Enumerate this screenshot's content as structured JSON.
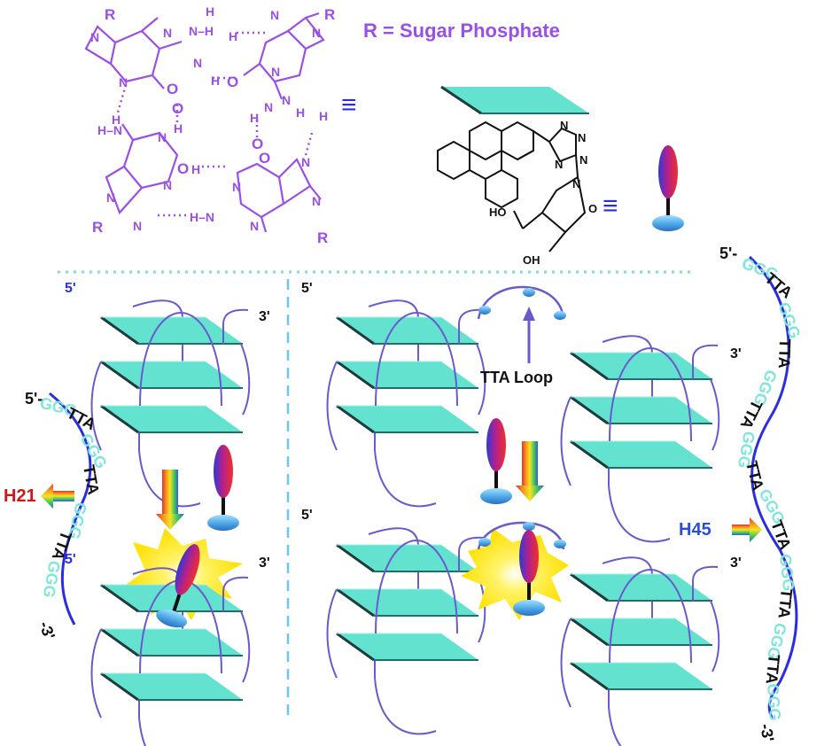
{
  "colors": {
    "guanine": "#9a4fe6",
    "plate_fill": "#63e3cf",
    "plate_edge": "#1e6e6e",
    "strand": "#2b2ee0",
    "loop": "#6a5acd",
    "seq_g": "#7fe6dc",
    "dashed_divider": "#6ec6ea",
    "dotted_divider": "#7fd9e6",
    "h21": "#cc1818",
    "h45": "#2a4fd6",
    "flash": "#ffe900"
  },
  "legend": {
    "r_def": "R = Sugar Phosphate",
    "equiv": "≡"
  },
  "quartet": {
    "r": "R",
    "n": "N",
    "h": "H",
    "o": "O",
    "nh": "N–H",
    "hn": "H–N"
  },
  "probe": {
    "n": "N",
    "ho": "HO",
    "oh": "OH",
    "o": "O"
  },
  "ends": {
    "five": "5'",
    "three": "3'"
  },
  "loop_label": "TTA Loop",
  "h21": {
    "label": "H21",
    "five": "5'-",
    "three": "-3'",
    "segments": [
      "GGG",
      "TTA",
      "GGG",
      "TTA",
      "GGG",
      "TTA",
      "GGG"
    ]
  },
  "h45": {
    "label": "H45",
    "five": "5'-",
    "three": "-3'",
    "segments": [
      "GGG",
      "TTA",
      "GGG",
      "TTA",
      "GGG",
      "TTA",
      "GGG",
      "TTA",
      "GGG",
      "TTA",
      "GGG",
      "TTA",
      "GGG",
      "TTA",
      "GGG"
    ]
  }
}
